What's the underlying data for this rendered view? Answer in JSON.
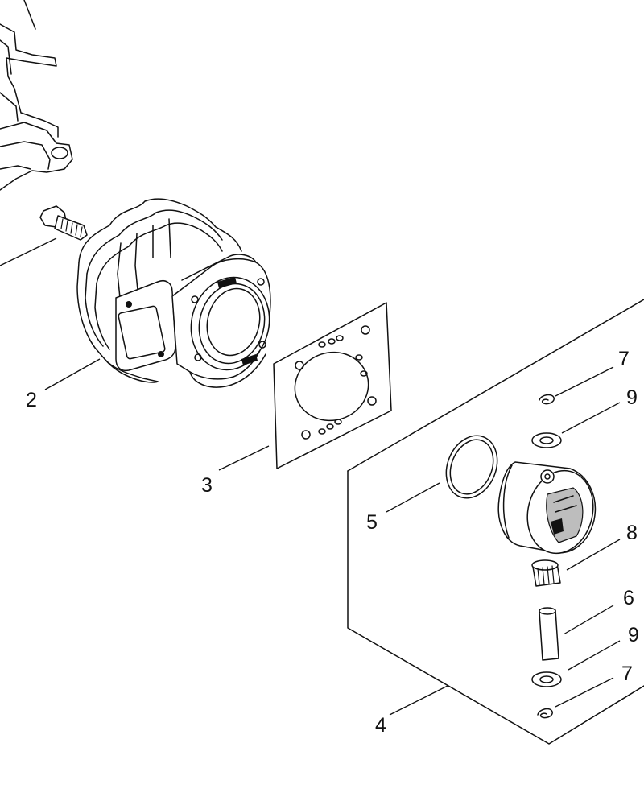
{
  "callouts": {
    "c2": "2",
    "c3": "3",
    "c4": "4",
    "c5": "5",
    "c6": "6",
    "c7_top": "7",
    "c7_bottom": "7",
    "c8": "8",
    "c9_top": "9",
    "c9_bottom": "9"
  }
}
